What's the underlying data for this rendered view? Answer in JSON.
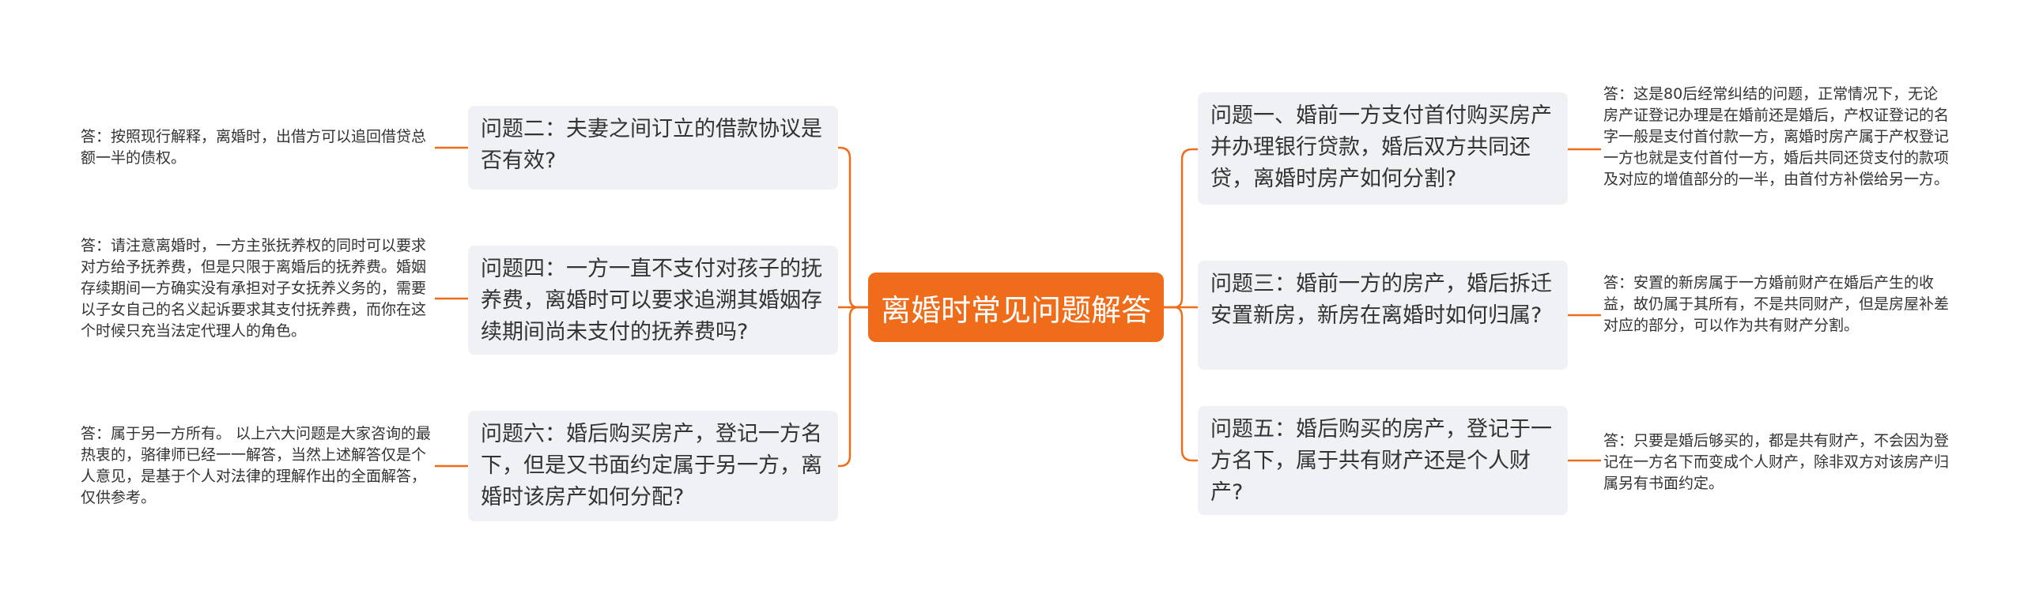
{
  "colors": {
    "accent": "#ef6c1a",
    "node_bg": "#eff1f5",
    "text": "#333333"
  },
  "central": "离婚时常见问题解答",
  "left": [
    {
      "question": "问题二：夫妻之间订立的借款协议是否有效?",
      "answer": "答：按照现行解释，离婚时，出借方可以追回借贷总额一半的债权。"
    },
    {
      "question": "问题四：一方一直不支付对孩子的抚养费，离婚时可以要求追溯其婚姻存续期间尚未支付的抚养费吗?",
      "answer": "答：请注意离婚时，一方主张抚养权的同时可以要求对方给予抚养费，但是只限于离婚后的抚养费。婚姻存续期间一方确实没有承担对子女抚养义务的，需要以子女自己的名义起诉要求其支付抚养费，而你在这个时候只充当法定代理人的角色。"
    },
    {
      "question": "问题六：婚后购买房产，登记一方名下，但是又书面约定属于另一方，离婚时该房产如何分配?",
      "answer": "答：属于另一方所有。 以上六大问题是大家咨询的最热衷的，骆律师已经一一解答，当然上述解答仅是个人意见，是基于个人对法律的理解作出的全面解答，仅供参考。"
    }
  ],
  "right": [
    {
      "question": "问题一、婚前一方支付首付购买房产并办理银行贷款，婚后双方共同还贷，离婚时房产如何分割?",
      "answer": "答：这是80后经常纠结的问题，正常情况下，无论房产证登记办理是在婚前还是婚后，产权证登记的名字一般是支付首付款一方，离婚时房产属于产权登记一方也就是支付首付一方，婚后共同还贷支付的款项及对应的增值部分的一半，由首付方补偿给另一方。"
    },
    {
      "question": "问题三：婚前一方的房产，婚后拆迁安置新房，新房在离婚时如何归属?",
      "answer": "答：安置的新房属于一方婚前财产在婚后产生的收益，故仍属于其所有，不是共同财产，但是房屋补差对应的部分，可以作为共有财产分割。"
    },
    {
      "question": "问题五：婚后购买的房产，登记于一方名下，属于共有财产还是个人财产?",
      "answer": "答：只要是婚后够买的，都是共有财产，不会因为登记在一方名下而变成个人财产，除非双方对该房产归属另有书面约定。"
    }
  ]
}
